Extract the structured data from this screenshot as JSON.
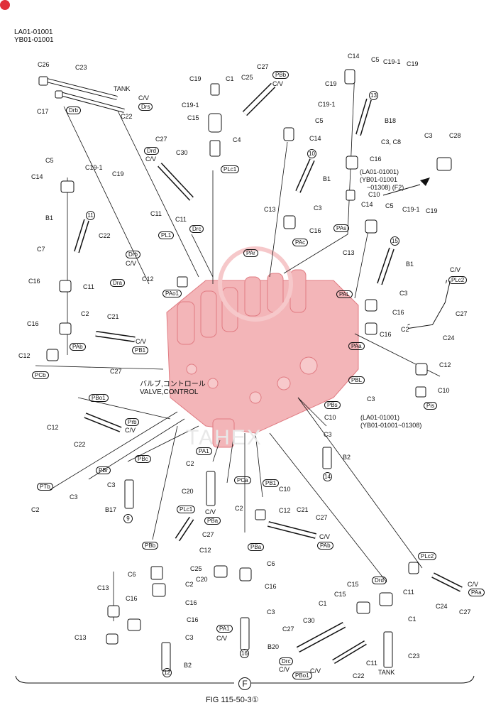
{
  "header": {
    "serial_1": "LA01-01001",
    "serial_2": "YB01-01001"
  },
  "footer": {
    "figure_caption": "FIG 115-50-3",
    "figure_suffix": "①",
    "section_letter": "F"
  },
  "watermark": "TAHEX",
  "main_part": {
    "label_jp": "バルブ,コントロール",
    "label_en": "VALVE,CONTROL"
  },
  "notes": {
    "c16_serial_a": "(LA01-01001)",
    "c16_serial_b": "(YB01-01001",
    "c16_serial_c": "~01308) (F2)",
    "c10_serial_a": "(LA01-01001)",
    "c10_serial_b": "(YB01-01001~01308)"
  },
  "colors": {
    "line": "#111111",
    "valve_body": "#f3b5b8",
    "valve_edge": "#e07b82",
    "watermark": "#e8e8e8",
    "badge": "#e0303a"
  },
  "labels": [
    [
      "C26",
      53,
      86,
      "t"
    ],
    [
      "C23",
      106,
      90,
      "t"
    ],
    [
      "TANK",
      160,
      120,
      "t"
    ],
    [
      "C17",
      52,
      152,
      "t"
    ],
    [
      "Drb",
      93,
      150,
      "oval"
    ],
    [
      "C22",
      170,
      159,
      "t"
    ],
    [
      "C/V",
      195,
      133,
      "t"
    ],
    [
      "Drs",
      195,
      145,
      "oval"
    ],
    [
      "C19",
      267,
      106,
      "t"
    ],
    [
      "C1",
      318,
      106,
      "t"
    ],
    [
      "C25",
      340,
      104,
      "t"
    ],
    [
      "C27",
      362,
      89,
      "t"
    ],
    [
      "PBb",
      384,
      100,
      "oval"
    ],
    [
      "C/V",
      384,
      113,
      "t"
    ],
    [
      "C19",
      458,
      113,
      "t"
    ],
    [
      "C19-1",
      448,
      142,
      "t"
    ],
    [
      "C5",
      444,
      165,
      "t"
    ],
    [
      "C14",
      436,
      190,
      "t"
    ],
    [
      "C19-1",
      256,
      143,
      "t"
    ],
    [
      "C15",
      264,
      161,
      "t"
    ],
    [
      "C4",
      328,
      192,
      "t"
    ],
    [
      "PLc1",
      311,
      233,
      "oval"
    ],
    [
      "C27",
      219,
      191,
      "t"
    ],
    [
      "Drd",
      203,
      207,
      "oval"
    ],
    [
      "C/V",
      205,
      219,
      "t"
    ],
    [
      "C30",
      248,
      210,
      "t"
    ],
    [
      "C14",
      490,
      74,
      "t"
    ],
    [
      "C5",
      523,
      79,
      "t"
    ],
    [
      "C19-1",
      540,
      82,
      "t"
    ],
    [
      "C19",
      573,
      85,
      "t"
    ],
    [
      "13",
      520,
      128,
      "circ"
    ],
    [
      "B18",
      542,
      165,
      "t"
    ],
    [
      "C3, C8",
      537,
      195,
      "t"
    ],
    [
      "C3",
      598,
      186,
      "t"
    ],
    [
      "C28",
      633,
      186,
      "t"
    ],
    [
      "C16",
      521,
      219,
      "t"
    ],
    [
      "C10",
      519,
      269,
      "t"
    ],
    [
      "10",
      433,
      210,
      "circ"
    ],
    [
      "B1",
      455,
      247,
      "t"
    ],
    [
      "C3",
      442,
      288,
      "t"
    ],
    [
      "C16",
      436,
      320,
      "t"
    ],
    [
      "PAs",
      470,
      316,
      "oval"
    ],
    [
      "C13",
      372,
      290,
      "t"
    ],
    [
      "PAc",
      412,
      336,
      "oval"
    ],
    [
      "PAr",
      343,
      351,
      "oval"
    ],
    [
      "C5",
      64,
      221,
      "t"
    ],
    [
      "C19-1",
      120,
      231,
      "t"
    ],
    [
      "C19",
      158,
      240,
      "t"
    ],
    [
      "C14",
      44,
      244,
      "t"
    ],
    [
      "B1",
      64,
      302,
      "t"
    ],
    [
      "11",
      121,
      297,
      "circ"
    ],
    [
      "C7",
      52,
      346,
      "t"
    ],
    [
      "C22",
      139,
      327,
      "t"
    ],
    [
      "Drb",
      177,
      353,
      "oval"
    ],
    [
      "C/V",
      177,
      366,
      "t"
    ],
    [
      "C16",
      40,
      391,
      "t"
    ],
    [
      "C11",
      117,
      399,
      "t"
    ],
    [
      "Dra",
      155,
      393,
      "oval"
    ],
    [
      "C11",
      212,
      296,
      "t"
    ],
    [
      "PL1",
      223,
      326,
      "oval"
    ],
    [
      "C11",
      247,
      304,
      "t"
    ],
    [
      "Drc",
      267,
      317,
      "oval"
    ],
    [
      "C12",
      200,
      388,
      "t"
    ],
    [
      "PAo1",
      229,
      408,
      "oval"
    ],
    [
      "C14",
      509,
      283,
      "t"
    ],
    [
      "C5",
      543,
      285,
      "t"
    ],
    [
      "C19-1",
      567,
      290,
      "t"
    ],
    [
      "C19",
      600,
      292,
      "t"
    ],
    [
      "15",
      550,
      333,
      "circ"
    ],
    [
      "B1",
      572,
      367,
      "t"
    ],
    [
      "C13",
      483,
      351,
      "t"
    ],
    [
      "PAL",
      474,
      409,
      "oval"
    ],
    [
      "C3",
      563,
      408,
      "t"
    ],
    [
      "C16",
      553,
      435,
      "t"
    ],
    [
      "C/V",
      634,
      375,
      "t"
    ],
    [
      "PLc2",
      632,
      389,
      "oval"
    ],
    [
      "C27",
      642,
      437,
      "t"
    ],
    [
      "C24",
      624,
      471,
      "t"
    ],
    [
      "C2",
      565,
      459,
      "t"
    ],
    [
      "C16",
      535,
      466,
      "t"
    ],
    [
      "PAa",
      491,
      482,
      "oval"
    ],
    [
      "C2",
      114,
      437,
      "t"
    ],
    [
      "C21",
      151,
      441,
      "t"
    ],
    [
      "C16",
      38,
      451,
      "t"
    ],
    [
      "C/V",
      191,
      476,
      "t"
    ],
    [
      "PAb",
      98,
      483,
      "oval"
    ],
    [
      "PB1",
      186,
      488,
      "oval"
    ],
    [
      "C27",
      155,
      518,
      "t"
    ],
    [
      "C12",
      26,
      496,
      "t"
    ],
    [
      "PCb",
      45,
      523,
      "oval"
    ],
    [
      "C12",
      619,
      509,
      "t"
    ],
    [
      "C10",
      617,
      545,
      "t"
    ],
    [
      "Pis",
      597,
      566,
      "oval"
    ],
    [
      "PBL",
      491,
      530,
      "oval"
    ],
    [
      "C3",
      517,
      557,
      "t"
    ],
    [
      "PBs",
      457,
      565,
      "oval"
    ],
    [
      "C10",
      457,
      583,
      "t"
    ],
    [
      "C3",
      456,
      607,
      "t"
    ],
    [
      "B2",
      483,
      639,
      "t"
    ],
    [
      "14",
      455,
      665,
      "circ"
    ],
    [
      "PBo1",
      125,
      555,
      "oval"
    ],
    [
      "C12",
      66,
      597,
      "t"
    ],
    [
      "Prb",
      176,
      589,
      "oval"
    ],
    [
      "C/V",
      176,
      601,
      "t"
    ],
    [
      "C22",
      104,
      621,
      "t"
    ],
    [
      "PTb",
      52,
      680,
      "oval"
    ],
    [
      "C2",
      44,
      713,
      "t"
    ],
    [
      "C3",
      98,
      695,
      "t"
    ],
    [
      "PBr",
      135,
      657,
      "oval"
    ],
    [
      "PBc",
      190,
      641,
      "oval"
    ],
    [
      "C3",
      151,
      678,
      "t"
    ],
    [
      "B17",
      148,
      713,
      "t"
    ],
    [
      "9",
      174,
      724,
      "circ"
    ],
    [
      "PA1",
      276,
      630,
      "oval"
    ],
    [
      "C2",
      262,
      648,
      "t"
    ],
    [
      "C20",
      256,
      687,
      "t"
    ],
    [
      "C/V",
      289,
      716,
      "t"
    ],
    [
      "PBa",
      288,
      728,
      "oval"
    ],
    [
      "PCa",
      330,
      671,
      "oval"
    ],
    [
      "C2",
      331,
      711,
      "t"
    ],
    [
      "PB1",
      370,
      675,
      "oval"
    ],
    [
      "C10",
      393,
      684,
      "t"
    ],
    [
      "C12",
      393,
      714,
      "t"
    ],
    [
      "C21",
      418,
      713,
      "t"
    ],
    [
      "C27",
      445,
      724,
      "t"
    ],
    [
      "C/V",
      450,
      751,
      "t"
    ],
    [
      "PAb",
      447,
      763,
      "oval"
    ],
    [
      "PLc1",
      249,
      712,
      "oval"
    ],
    [
      "C27",
      285,
      748,
      "t"
    ],
    [
      "PBb",
      200,
      763,
      "oval"
    ],
    [
      "PBa",
      349,
      765,
      "oval"
    ],
    [
      "C12",
      281,
      770,
      "t"
    ],
    [
      "C6",
      376,
      789,
      "t"
    ],
    [
      "C6",
      180,
      804,
      "t"
    ],
    [
      "C25",
      268,
      796,
      "t"
    ],
    [
      "C2",
      261,
      818,
      "t"
    ],
    [
      "C16",
      261,
      844,
      "t"
    ],
    [
      "C16",
      373,
      821,
      "t"
    ],
    [
      "C20",
      276,
      811,
      "t"
    ],
    [
      "C3",
      376,
      857,
      "t"
    ],
    [
      "PA1",
      305,
      880,
      "oval"
    ],
    [
      "C/V",
      305,
      894,
      "t"
    ],
    [
      "16",
      338,
      914,
      "circ"
    ],
    [
      "B20",
      377,
      906,
      "t"
    ],
    [
      "C13",
      137,
      823,
      "t"
    ],
    [
      "C16",
      177,
      838,
      "t"
    ],
    [
      "C16",
      263,
      868,
      "t"
    ],
    [
      "C3",
      261,
      893,
      "t"
    ],
    [
      "C13",
      105,
      893,
      "t"
    ],
    [
      "B2",
      259,
      932,
      "t"
    ],
    [
      "12",
      229,
      941,
      "circ"
    ],
    [
      "PLc2",
      589,
      778,
      "oval"
    ],
    [
      "C11",
      568,
      829,
      "t"
    ],
    [
      "C/V",
      659,
      818,
      "t"
    ],
    [
      "PAa",
      660,
      829,
      "oval"
    ],
    [
      "C24",
      614,
      849,
      "t"
    ],
    [
      "C27",
      647,
      857,
      "t"
    ],
    [
      "Drd",
      524,
      812,
      "oval"
    ],
    [
      "C15",
      489,
      818,
      "t"
    ],
    [
      "C15",
      471,
      832,
      "t"
    ],
    [
      "C1",
      449,
      845,
      "t"
    ],
    [
      "C1",
      575,
      867,
      "t"
    ],
    [
      "C27",
      398,
      881,
      "t"
    ],
    [
      "C30",
      427,
      869,
      "t"
    ],
    [
      "C11",
      516,
      929,
      "t"
    ],
    [
      "C23",
      575,
      919,
      "t"
    ],
    [
      "TANK",
      533,
      942,
      "t"
    ],
    [
      "C22",
      497,
      947,
      "t"
    ],
    [
      "Drc",
      393,
      926,
      "oval"
    ],
    [
      "C/V",
      393,
      938,
      "t"
    ],
    [
      "C/V",
      437,
      940,
      "t"
    ],
    [
      "PBo1",
      412,
      946,
      "oval"
    ]
  ]
}
